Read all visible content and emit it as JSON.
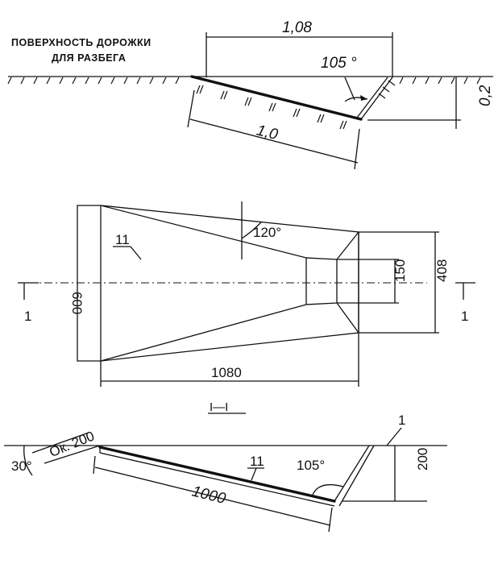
{
  "top_view": {
    "caption_line1": "ПОВЕРХНОСТЬ ДОРОЖКИ",
    "caption_line2": "ДЛЯ РАЗБЕГА",
    "dim_top": "1,08",
    "angle": "105 °",
    "dim_bottom": "1,0",
    "dim_depth": "0,2"
  },
  "plan": {
    "dim_left": "600",
    "label": "11",
    "angle": "120°",
    "dim_small": "150",
    "dim_right": "408",
    "dim_length": "1080",
    "cut_left": "1",
    "cut_right": "1"
  },
  "section": {
    "title": "I—I",
    "label_surface": "1",
    "dim_ok": "Ок. 200",
    "angle_left": "30°",
    "label": "11",
    "angle_right": "105°",
    "dim_length": "1000",
    "dim_depth": "200"
  }
}
